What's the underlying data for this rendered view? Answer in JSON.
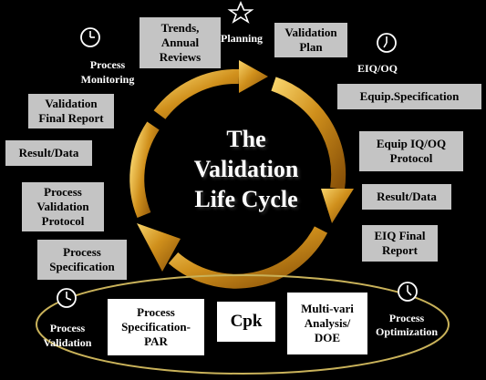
{
  "center_title": "The\nValidation\nLife Cycle",
  "labels": {
    "planning": "Planning",
    "eiq_oq": "EIQ/OQ",
    "process_monitoring": "Process\nMonitoring",
    "process_validation": "Process\nValidation",
    "process_optimization": "Process\nOptimization"
  },
  "boxes": {
    "trends_annual_reviews": "Trends,\nAnnual\nReviews",
    "validation_plan": "Validation\nPlan",
    "equip_specification": "Equip.Specification",
    "validation_final_report": "Validation\nFinal Report",
    "result_data_left": "Result/Data",
    "equip_iq_oq_protocol": "Equip IQ/OQ\nProtocol",
    "process_validation_protocol": "Process\nValidation\nProtocol",
    "result_data_right": "Result/Data",
    "eiq_final_report": "EIQ Final\nReport",
    "process_specification": "Process\nSpecification",
    "process_specification_par": "Process\nSpecification-\nPAR",
    "cpk": "Cpk",
    "multi_vari_analysis_doe": "Multi-vari\nAnalysis/\nDOE"
  },
  "icons": {
    "star": "star-icon",
    "clock": "clock-icon"
  },
  "colors": {
    "background": "#000000",
    "box_fill": "#c4c4c4",
    "box_fill_white": "#ffffff",
    "arrow_gold": "#d39a1f",
    "ellipse_outline": "#c9b25a",
    "text_light": "#ffffff"
  }
}
